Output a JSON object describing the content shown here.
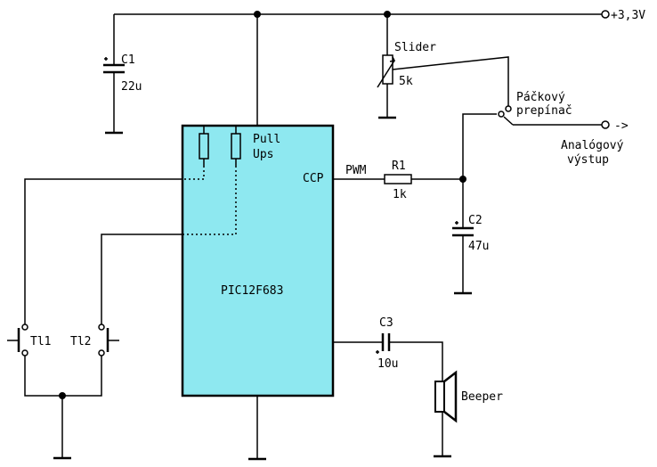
{
  "diagram": {
    "mcu": {
      "label": "PIC12F683",
      "pin_ccp": "CCP",
      "pullups_label_1": "Pull",
      "pullups_label_2": "Ups",
      "color": "#8ee8f0"
    },
    "supply": {
      "label": "+3,3V"
    },
    "c1": {
      "name": "C1",
      "value": "22u"
    },
    "slider": {
      "name": "Slider",
      "value": "5k"
    },
    "switch": {
      "label_1": "Páčkový",
      "label_2": "prepínač"
    },
    "output": {
      "arrow": "->",
      "label_1": "Analógový",
      "label_2": "výstup"
    },
    "pwm": {
      "label": "PWM"
    },
    "r1": {
      "name": "R1",
      "value": "1k"
    },
    "c2": {
      "name": "C2",
      "value": "47u"
    },
    "c3": {
      "name": "C3",
      "value": "10u"
    },
    "beeper": {
      "label": "Beeper"
    },
    "buttons": {
      "t1": "Tl1",
      "t2": "Tl2"
    },
    "icons": [
      "capacitor-icon",
      "potentiometer-icon",
      "resistor-icon",
      "speaker-icon",
      "pushbutton-icon",
      "ground-icon",
      "switch-icon"
    ]
  }
}
